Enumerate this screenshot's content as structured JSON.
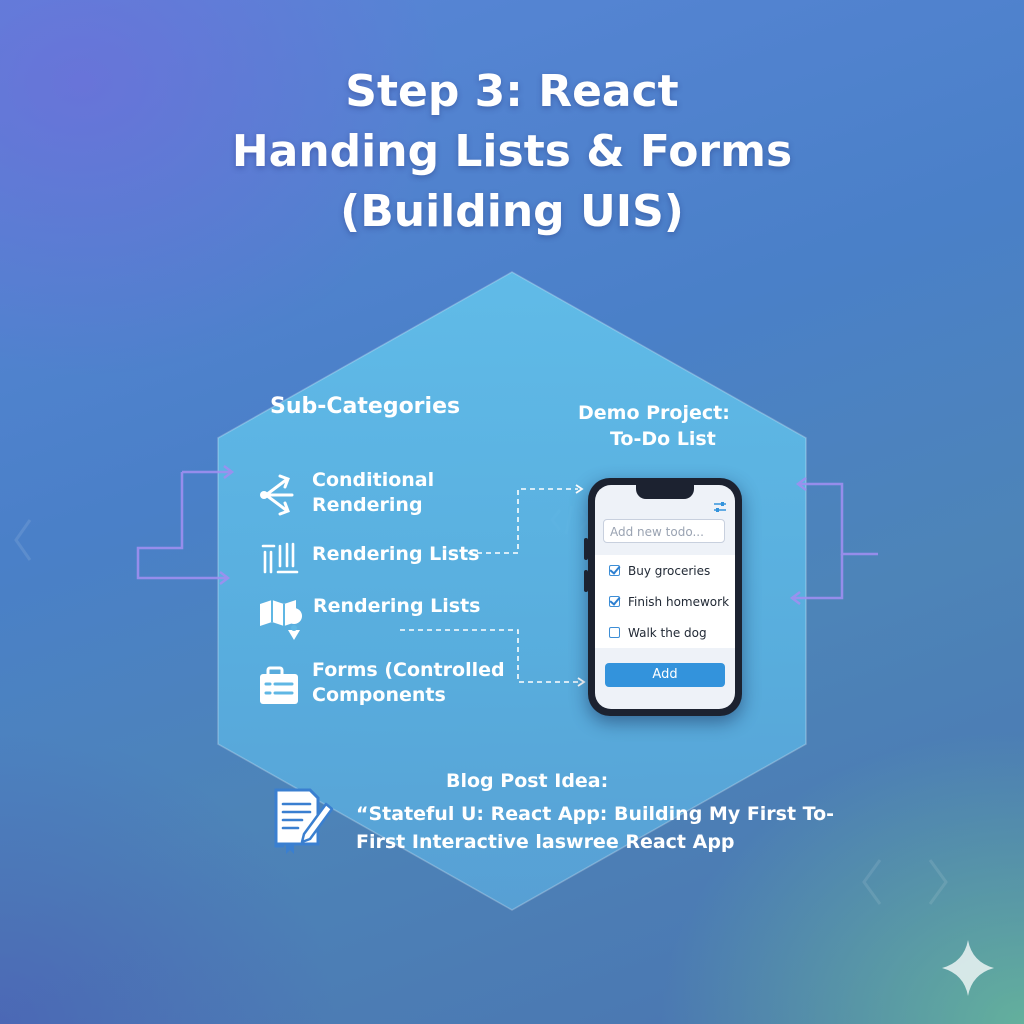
{
  "title": {
    "line1": "Step 3: React",
    "line2": "Handing Lists & Forms",
    "line3": "(Building UIS)"
  },
  "sub_categories": {
    "heading": "Sub-Categories",
    "items": [
      {
        "line1": "Conditional",
        "line2": "Rendering",
        "icon": "branch-icon"
      },
      {
        "line1": "Rendering Lists",
        "icon": "list-icon"
      },
      {
        "line1": "Rendering Lists",
        "icon": "map-pin-icon"
      },
      {
        "line1": "Forms (Controlled",
        "line2": "Components",
        "icon": "form-icon"
      }
    ]
  },
  "demo_project": {
    "line1": "Demo Project:",
    "line2": "To-Do List",
    "phone": {
      "input_placeholder": "Add new todo...",
      "todos": [
        {
          "text": "Buy groceries",
          "checked": true
        },
        {
          "text": "Finish homework",
          "checked": true
        },
        {
          "text": "Walk the dog",
          "checked": false
        }
      ],
      "add_label": "Add"
    }
  },
  "blog": {
    "heading": "Blog Post Idea:",
    "line1": "“Stateful U: React App: Building My First To-",
    "line2": "First Interactive laswree React App",
    "icon": "notepad-pencil-icon"
  },
  "colors": {
    "hexagon_fill": "#5fb7e4",
    "connector_purple": "#9f8ff0",
    "button_blue": "#3393dc"
  }
}
